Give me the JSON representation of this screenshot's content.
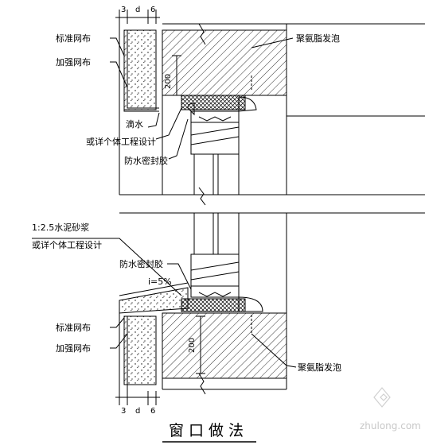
{
  "title": "窗口做法",
  "top_dims": {
    "a": "3",
    "b": "d",
    "c": "6"
  },
  "bottom_dims": {
    "a": "3",
    "b": "d",
    "c": "6"
  },
  "upper": {
    "mesh_line1": "标准网布",
    "mesh_line2": "加强网布",
    "foam": "聚氨脂发泡",
    "dim_200": "200",
    "drip": "滴水",
    "drip_detail": "或详个体工程设计",
    "sealant": "防水密封胶"
  },
  "lower": {
    "mortar_line1": "1:2.5水泥砂浆",
    "mortar_line2": "或详个体工程设计",
    "sealant": "防水密封胶",
    "slope": "i=5%",
    "mesh_line1": "标准网布",
    "mesh_line2": "加强网布",
    "dim_200": "200",
    "foam": "聚氨脂发泡"
  },
  "watermark": "zhulong.com",
  "colors": {
    "line": "#000000",
    "watermark": "#c8c8c8"
  }
}
